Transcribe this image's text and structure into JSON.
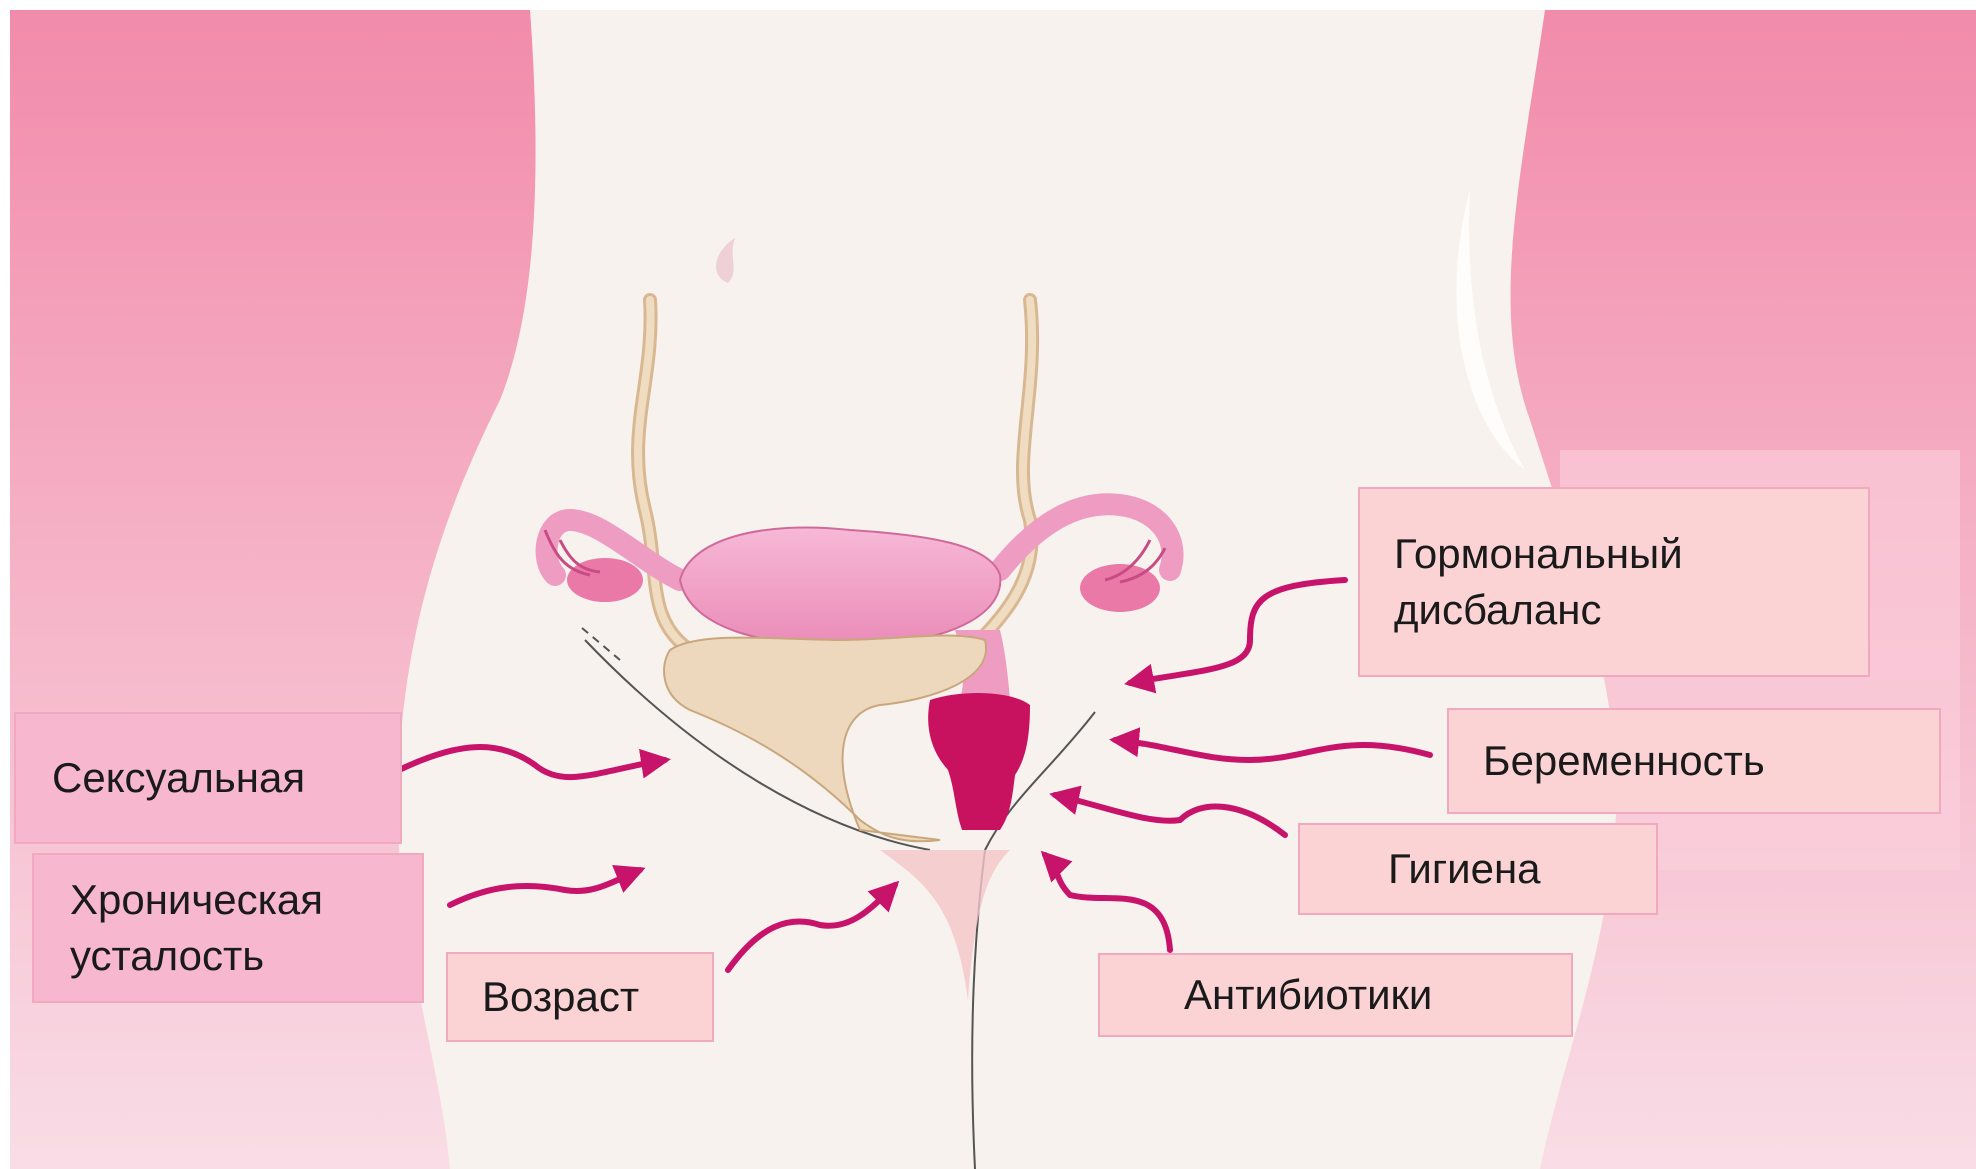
{
  "labels": {
    "hormonal": "Гормональный\nдисбаланс",
    "pregnancy": "Беременность",
    "hygiene": "Гигиена",
    "antibiotics": "Антибиотики",
    "sexual": "Сексуальная",
    "fatigue": "Хроническая\nусталость",
    "age": "Возраст"
  },
  "colors": {
    "background_top": "#f28bab",
    "background_bottom": "#f9dde6",
    "body": "#f7f2ee",
    "arrow": "#c8136b",
    "uterus": "#ef9cc2",
    "bladder": "#eed8bd",
    "vagina": "#c8125f"
  }
}
